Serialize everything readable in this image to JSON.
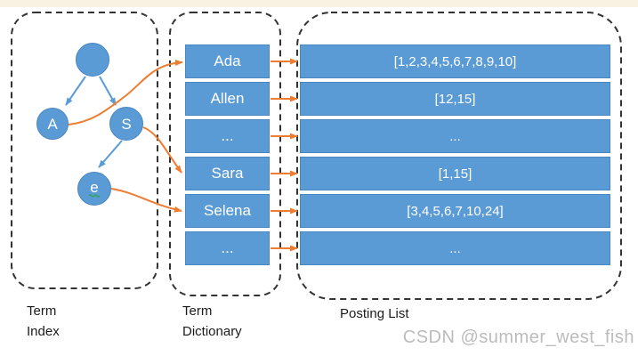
{
  "term_index": {
    "label_line1": "Term",
    "label_line2": "Index",
    "nodes": [
      {
        "id": "root",
        "label": ""
      },
      {
        "id": "A",
        "label": "A"
      },
      {
        "id": "S",
        "label": "S"
      },
      {
        "id": "e",
        "label": "e"
      }
    ]
  },
  "term_dictionary": {
    "label_line1": "Term",
    "label_line2": "Dictionary",
    "terms": [
      "Ada",
      "Allen",
      "...",
      "Sara",
      "Selena",
      "..."
    ]
  },
  "posting_list": {
    "label": "Posting List",
    "postings": [
      "[1,2,3,4,5,6,7,8,9,10]",
      "[12,15]",
      "...",
      "[1,15]",
      "[3,4,5,6,7,10,24]",
      "..."
    ]
  },
  "watermark": "CSDN @summer_west_fish",
  "colors": {
    "box_blue": "#5B9BD5",
    "box_border": "#4A86C2",
    "arrow_orange": "#ED7D31",
    "tree_arrow_blue": "#5B9BD5",
    "dashed_border": "#333333",
    "label_text": "#1B1B1B",
    "watermark_gray": "#BCBCBC",
    "top_strip_cream": "#F9F2E3",
    "spellcheck_green": "#2EA44E"
  }
}
